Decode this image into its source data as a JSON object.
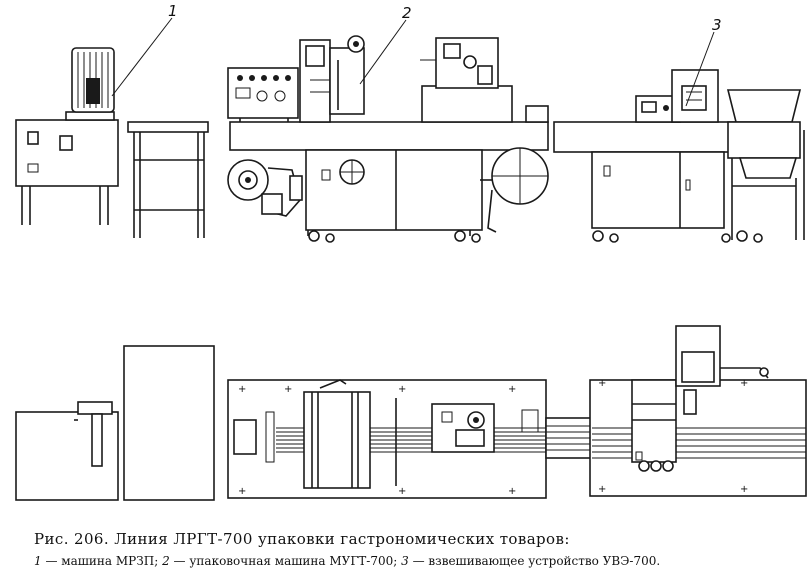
{
  "figure": {
    "callouts": [
      "1",
      "2",
      "3"
    ]
  },
  "caption": {
    "title": "Рис. 206. Линия ЛРГТ-700 упаковки гастрономических товаров:",
    "legend": [
      {
        "num": "1",
        "text": "машина МРЗП;"
      },
      {
        "num": "2",
        "text": "упаковочная машина МУГТ-700;"
      },
      {
        "num": "3",
        "text": "взвешивающее устройство УВЭ-700."
      }
    ],
    "dash": " — "
  }
}
